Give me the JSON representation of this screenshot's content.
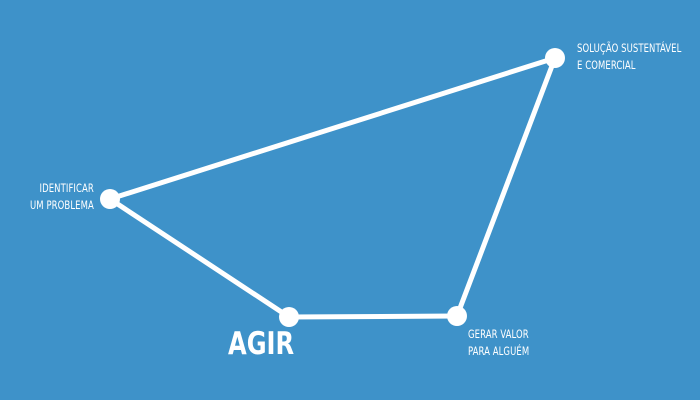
{
  "colors": {
    "background": "#3e92c9",
    "line": "#ffffff",
    "node": "#ffffff"
  },
  "nodes": {
    "identificar": {
      "line1": "IDENTIFICAR",
      "line2": "UM PROBLEMA"
    },
    "agir": {
      "label": "AGIR"
    },
    "gerar": {
      "line1": "GERAR VALOR",
      "line2": "PARA ALGUÉM"
    },
    "solucao": {
      "line1": "SOLUÇÃO SUSTENTÁVEL",
      "line2": "E COMERCIAL"
    }
  }
}
